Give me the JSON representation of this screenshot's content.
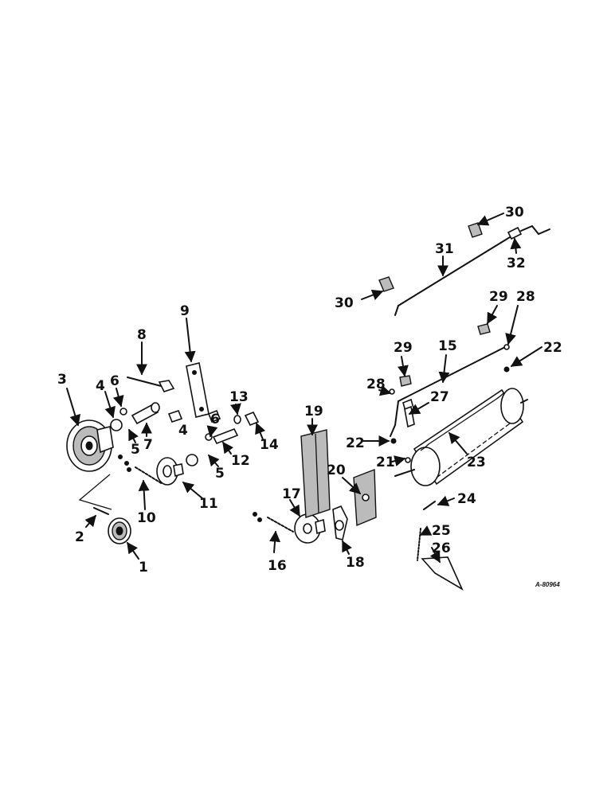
{
  "callouts": [
    "1",
    "2",
    "3",
    "4",
    "5",
    "6",
    "7",
    "8",
    "9",
    "10",
    "11",
    "12",
    "13",
    "14",
    "15",
    "16",
    "17",
    "18",
    "19",
    "20",
    "21",
    "22",
    "23",
    "24",
    "25",
    "26",
    "27",
    "28",
    "29",
    "30",
    "31",
    "32"
  ],
  "drawing_code": "A-80964"
}
